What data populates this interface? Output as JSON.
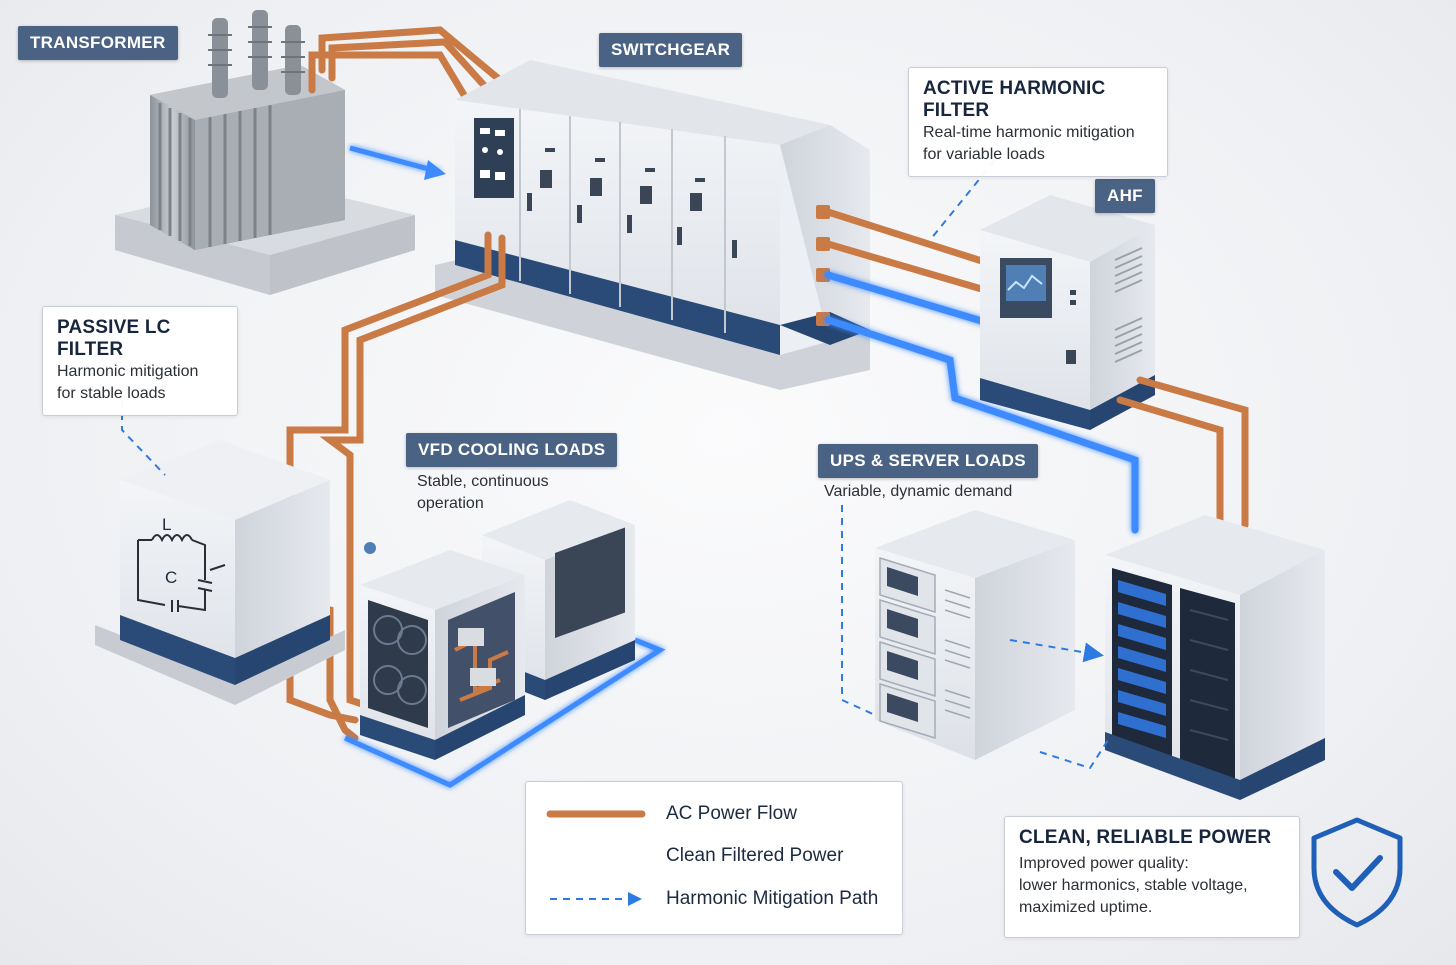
{
  "labels": {
    "transformer": "TRANSFORMER",
    "switchgear": "SWITCHGEAR",
    "ahf": "AHF"
  },
  "active_filter": {
    "title": "ACTIVE HARMONIC FILTER",
    "line1": "Real-time harmonic mitigation",
    "line2": "for variable loads"
  },
  "passive_filter": {
    "title": "PASSIVE LC FILTER",
    "line1": "Harmonic mitigation",
    "line2": "for stable loads",
    "symbol_l": "L",
    "symbol_c": "C"
  },
  "vfd": {
    "title": "VFD COOLING LOADS",
    "line1": "Stable, continuous",
    "line2": "operation"
  },
  "ups": {
    "title": "UPS & SERVER LOADS",
    "line1": "Variable, dynamic demand"
  },
  "legend": {
    "ac_power": "AC Power Flow",
    "clean_power": "Clean Filtered Power",
    "mitigation_path": "Harmonic Mitigation Path"
  },
  "clean_power": {
    "title": "CLEAN, RELIABLE POWER",
    "line1": "Improved power quality:",
    "line2": "lower harmonics, stable voltage,",
    "line3": "maximized uptime."
  },
  "colors": {
    "copper": "#c97a45",
    "clean_blue": "#3d8bff",
    "navy": "#27436e",
    "tag_bg": "#4a6283",
    "shield": "#1f5fb8"
  },
  "icons": {
    "shield": "shield-check-icon",
    "arrow": "flow-arrow-icon"
  }
}
